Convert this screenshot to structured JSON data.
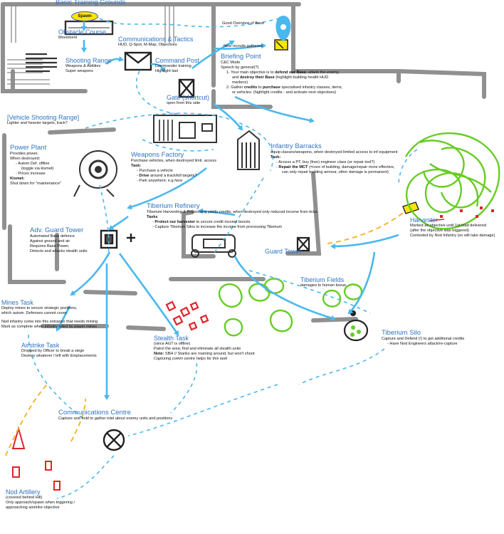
{
  "title": "Basic Training Grounds",
  "spawn": "Spawn",
  "colors": {
    "title": "#2e73c4",
    "arrow": "#4ab8ee",
    "wall": "#7a7a7a",
    "tiberium": "#66cc22",
    "nod": "#e0242a",
    "yellow": "#ffe600",
    "dash_orange": "#f2b01e"
  },
  "sections": {
    "obstacle": {
      "title": "Obstacle Course",
      "lines": [
        "Movement"
      ]
    },
    "shooting": {
      "title": "Shooting Range",
      "lines": [
        "Weapons & Abilities",
        "Super weapons"
      ]
    },
    "comms_tactics": {
      "title": "Communications & Tactics",
      "lines": [
        "HUD, Q-Spot, M-Map, Objectives"
      ]
    },
    "command_post": {
      "title": "Command Post",
      "lines": [
        "Commander training",
        "Highlight last"
      ]
    },
    "gate": {
      "title": "Gate (shortcut)",
      "lines": [
        "open from this side"
      ]
    },
    "overview": {
      "lines": [
        "Good Overview of Base"
      ]
    },
    "recruits": {
      "lines": [
        "New recruits gathered"
      ]
    },
    "briefing": {
      "title": "Briefing Point",
      "lines": [
        "C&C Mode",
        "Speech by general(?)"
      ],
      "item1": {
        "n": "1.",
        "a": "Your main objective is to ",
        "b": "defend our Base",
        "c": ", attack the enemy,",
        "d": "and ",
        "e": "destroy their Base",
        "f": " (highlight building health HUD",
        "g": "markers)"
      },
      "item2": {
        "n": "2.",
        "a": "Gather ",
        "b": "credits",
        "c": " to ",
        "d": "purchase",
        "e": " specialised infantry classes, items,",
        "f": "or vehicles. (highlight credits - and activate next objectives)"
      }
    },
    "vehicle_range": {
      "title": "[Vehicle Shooting Range]",
      "lines": [
        "Lighter and heavier targets, track?"
      ]
    },
    "power_plant": {
      "title": "Power Plant",
      "lines": [
        "Provides power,",
        "When destroyed:"
      ],
      "bullets": [
        "Autom Def. offline",
        "(toggle via kismet)",
        "Prices increase"
      ],
      "kismet_label": "Kismet:",
      "kismet_text": "Shut down for \"maintenance\""
    },
    "weapons_factory": {
      "title": "Weapons Factory",
      "lines": [
        "Purchase vehicles, when destroyed limit. access"
      ],
      "task_label": "Task:",
      "bullet1": "Purchase a vehicle",
      "bullet2_b": "Drive",
      "bullet2_rest": " around a track/kill targets?",
      "bullet3_a": "Park anywhere; e.g ",
      "bullet3_i": "here"
    },
    "barracks": {
      "title": "Infantry Barracks",
      "lines": [
        "equip classes/weapons, when destroyed limited access to inf equipment"
      ],
      "task_label": "Task:",
      "bullet1": "Access a PT, buy (free) engineer class (or repair tool?)",
      "bullet2_b": "Repair the MCT",
      "bullet2_rest": " (=core of building, damage/repair more effective,",
      "bullet2_cont": "can only repair building armour, other damage is permanent)"
    },
    "refinery": {
      "title": "Tiberium Refinery",
      "lines": [
        "Tiberium Harvesting & Processing yields credits, when destroyed only reduced income from ticks."
      ],
      "task_label": "Tasks",
      "bullet1_b": "Protect our harvester",
      "bullet1_rest": " to secure credit income boosts",
      "bullet2": "Capture Tiberium Silos to increase the income from processing Tiberium"
    },
    "harvester": {
      "title": "Harvester",
      "lines": [
        "Marked as objective until 1st load delivered",
        "(after the objective was triggered)",
        "Contested by Nod Infantry (so will take damage)"
      ]
    },
    "adv_guard": {
      "title": "Adv. Guard Tower",
      "lines": [
        "Automated Base defence",
        "Against ground and air",
        "Requires Base Power,",
        "Detects and attacks stealth units"
      ]
    },
    "guard_tower": {
      "title": "Guard Tower"
    },
    "fields": {
      "title": "Tiberium Fields",
      "lines": [
        "damages to human tissue"
      ]
    },
    "mines": {
      "title": "Mines Task",
      "lines": [
        "Deploy mines to secure strategic positions,",
        "which autom. Defenses cannot cover",
        "",
        "Nod infantry come into this entrance that needs mining",
        "Mark as complete when infantry killed by player mines"
      ]
    },
    "airstrike": {
      "title": "Airstrike Task",
      "lines": [
        "Dropped by Officer to break a siege",
        "Destroy whatever I left with Emplacements"
      ]
    },
    "stealth": {
      "title": "Stealth Task",
      "lines": [
        "(since AGT is offline)",
        "Patrol the area; find and eliminate all stealth units"
      ],
      "note_label": "Note:",
      "note_text": " SBH // Stanks are roaming around, but won't shoot",
      "italic": "Capturing comm centre helps for this task"
    },
    "silo": {
      "title": "Tiberium Silo",
      "lines": [
        "Capture and Defend (!) to get additional credits"
      ],
      "bullet": "Have Nod Engineers attack/re-capture"
    },
    "comm_centre": {
      "title": "Communications Centre",
      "lines": [
        "Capture and hold to gather intel about enemy units and positions"
      ]
    },
    "artillery": {
      "title": "Nod Artillery",
      "lines": [
        "(covered behind Hill)",
        "Only approach/spawn when triggering /",
        "approaching airstrike objective"
      ]
    }
  }
}
